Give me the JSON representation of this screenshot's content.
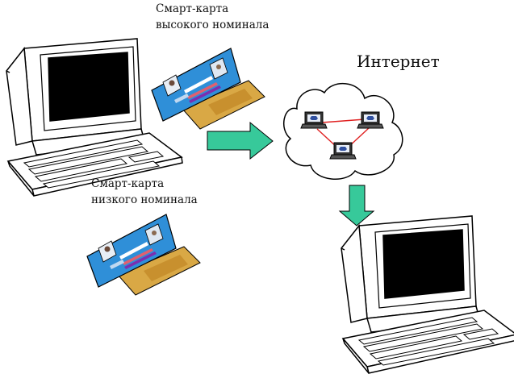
{
  "labels": {
    "high_card_line1": "Смарт-карта",
    "high_card_line2": "высокого номинала",
    "low_card_line1": "Смарт-карта",
    "low_card_line2": "низкого номинала",
    "internet": "Интернет"
  },
  "icons": {
    "computer_left": "desktop-computer-icon",
    "computer_right": "desktop-computer-icon",
    "card_high": "smart-card-icon",
    "card_low": "smart-card-icon",
    "cloud": "internet-cloud-icon",
    "laptop": "laptop-icon",
    "arrow_right": "arrow-right-icon",
    "arrow_down": "arrow-down-icon"
  },
  "colors": {
    "arrow": "#37c99a",
    "card_blue": "#2f8fd8",
    "card_gold": "#d9a845",
    "network_link": "#e02020"
  }
}
